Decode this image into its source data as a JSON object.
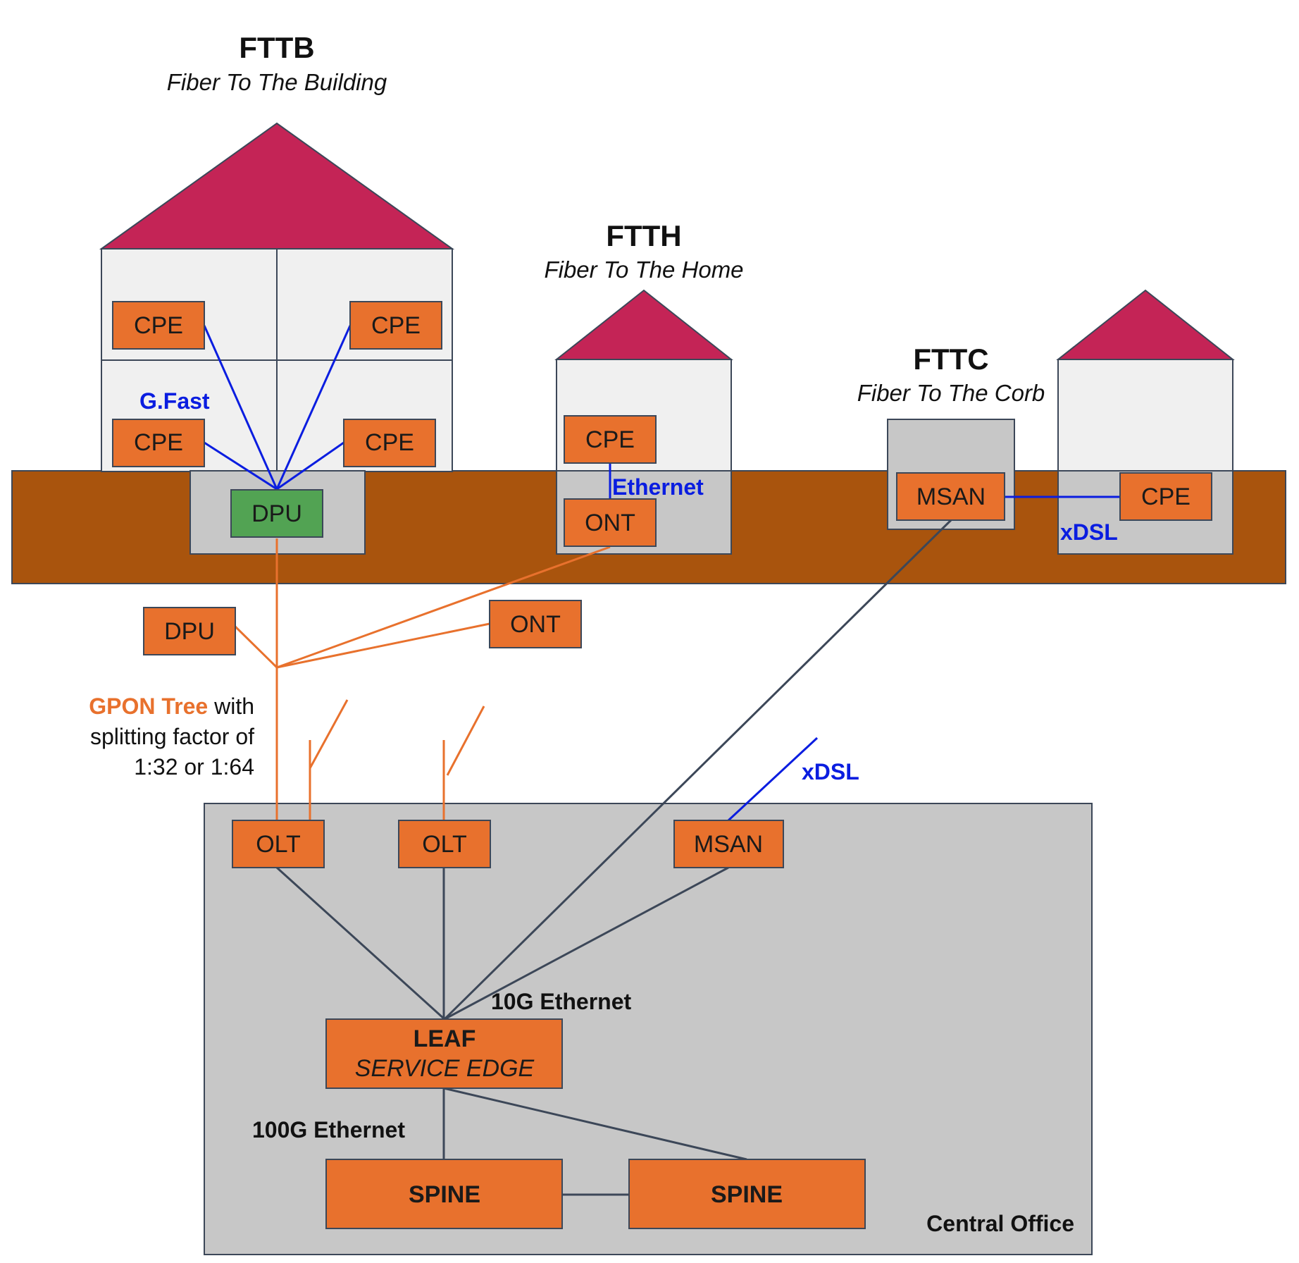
{
  "colors": {
    "roof": "#c42456",
    "wall": "#f0f0f0",
    "ground": "#a9540d",
    "grey_box": "#c7c7c7",
    "node": "#e8712d",
    "dpu_green": "#52a353",
    "blue_link": "#0a1de0",
    "orange_link": "#e8712d",
    "dark_link": "#3c4758",
    "text": "#111111"
  },
  "headings": {
    "fttb_title": "FTTB",
    "fttb_sub": "Fiber To The Building",
    "ftth_title": "FTTH",
    "ftth_sub": "Fiber To The Home",
    "fttc_title": "FTTC",
    "fttc_sub": "Fiber To The Corb"
  },
  "link_labels": {
    "gfast": "G.Fast",
    "ethernet": "Ethernet",
    "xdsl_top": "xDSL",
    "xdsl_mid": "xDSL",
    "gpon_tree": "GPON Tree",
    "gpon_with": " with",
    "gpon_line2": "splitting factor of",
    "gpon_line3": "1:32 or 1:64",
    "ten_g": "10G Ethernet",
    "hundred_g": "100G Ethernet",
    "central_office": "Central Office"
  },
  "nodes": {
    "cpe_tl": "CPE",
    "cpe_tr": "CPE",
    "cpe_bl": "CPE",
    "cpe_br": "CPE",
    "dpu_green": "DPU",
    "cpe_home": "CPE",
    "ont_home": "ONT",
    "msan_curb": "MSAN",
    "cpe_right": "CPE",
    "dpu_mid": "DPU",
    "ont_mid": "ONT",
    "olt_1": "OLT",
    "olt_2": "OLT",
    "msan_co": "MSAN",
    "leaf_title": "LEAF",
    "leaf_sub": "SERVICE EDGE",
    "spine_1": "SPINE",
    "spine_2": "SPINE"
  }
}
